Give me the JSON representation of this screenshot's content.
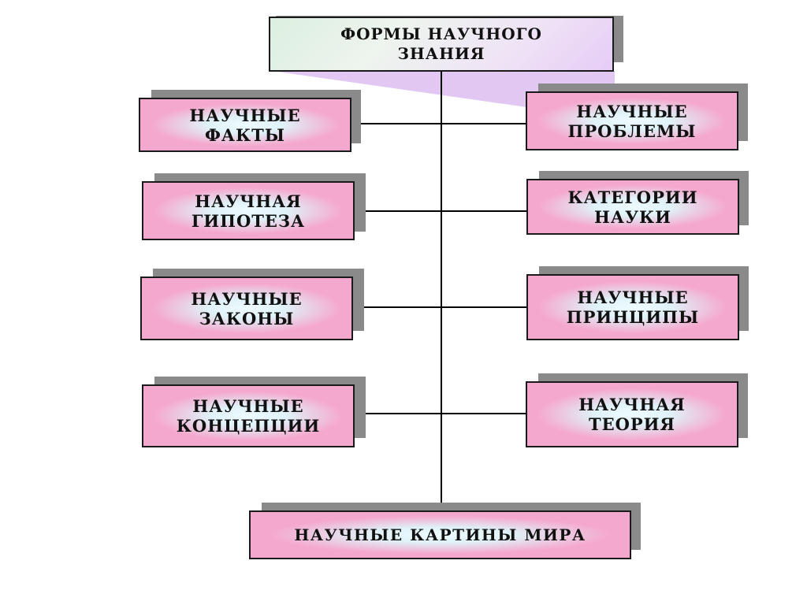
{
  "diagram": {
    "root": {
      "label": "ФОРМЫ НАУЧНОГО\nЗНАНИЯ"
    },
    "left": [
      {
        "label": "НАУЧНЫЕ\nФАКТЫ"
      },
      {
        "label": "НАУЧНАЯ\nГИПОТЕЗА"
      },
      {
        "label": "НАУЧНЫЕ\nЗАКОНЫ"
      },
      {
        "label": "НАУЧНЫЕ\nКОНЦЕПЦИИ"
      }
    ],
    "right": [
      {
        "label": "НАУЧНЫЕ\nПРОБЛЕМЫ"
      },
      {
        "label": "КАТЕГОРИИ\nНАУКИ"
      },
      {
        "label": "НАУЧНЫЕ\nПРИНЦИПЫ"
      },
      {
        "label": "НАУЧНАЯ\nТЕОРИЯ"
      }
    ],
    "bottom": {
      "label": "НАУЧНЫЕ КАРТИНЫ МИРА"
    },
    "colors": {
      "box_fill": "#f5a8cd",
      "box_center": "#dff2f8",
      "root_fill_start": "#dcefe0",
      "root_fill_end": "#e6ccf6",
      "shadow": "#8a8a8a",
      "connector": "#000000",
      "wedge": "#d9b3ee"
    }
  }
}
